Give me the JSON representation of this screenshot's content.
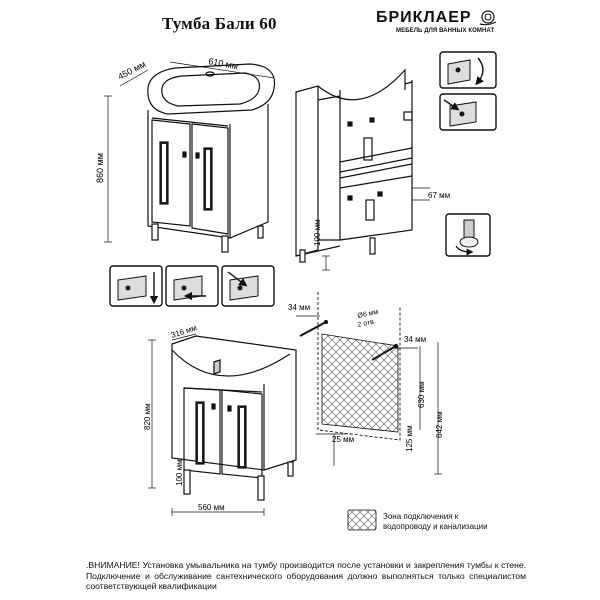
{
  "header": {
    "title": "Тумба Бали 60",
    "brand": "БРИКЛАЕР",
    "brand_tagline": "МЕБЕЛЬ ДЛЯ ВАННЫХ КОМНАТ"
  },
  "dimensions": {
    "top_view": {
      "depth": "450 мм",
      "width": "610 мм",
      "height": "860 мм"
    },
    "open_view": {
      "shelf_offset": "67 мм",
      "leg_height": "100 мм"
    },
    "front_view": {
      "depth": "316 мм",
      "height": "820 мм",
      "leg_height": "100 мм",
      "width": "560 мм"
    },
    "wall_view": {
      "left_offset": "34 мм",
      "right_offset": "34 мм",
      "drill": "Ø6 мм",
      "drill_count": "2 отв.",
      "height_630": "630 мм",
      "height_642": "642 мм",
      "height_125": "125 мм",
      "width_25": "25 мм"
    }
  },
  "legend": {
    "text": "Зона подключения к водопроводу и канализации"
  },
  "warning": {
    "text": ".ВНИМАНИЕ! Установка умывальника на тумбу производится после установки и закрепления тумбы к стене. Подключение и обслуживание сантехнического оборудования должно выполняться только специалистом соответствующей квалификации"
  }
}
